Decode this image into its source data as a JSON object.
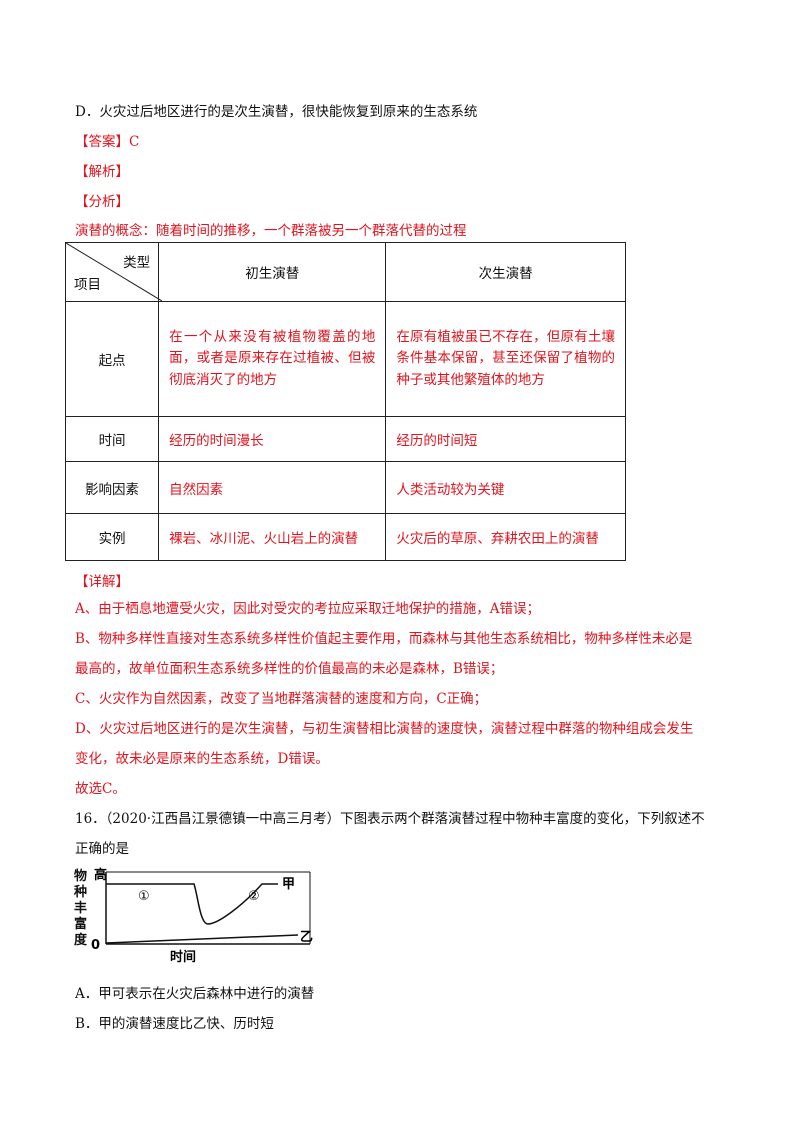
{
  "top_option_d": "D．火灾过后地区进行的是次生演替，很快能恢复到原来的生态系统",
  "answer": {
    "label": "【答案】",
    "value": "C"
  },
  "analysis_label": "【解析】",
  "fenxi_label": "【分析】",
  "concept": "演替的概念：随着时间的推移，一个群落被另一个群落代替的过程",
  "table": {
    "header_type": "类型",
    "header_item": "项目",
    "col1": "初生演替",
    "col2": "次生演替",
    "rows": [
      {
        "label": "起点",
        "c1": "在一个从来没有被植物覆盖的地面，或者是原来存在过植被、但被彻底消灭了的地方",
        "c2": "在原有植被虽已不存在，但原有土壤条件基本保留，甚至还保留了植物的种子或其他繁殖体的地方"
      },
      {
        "label": "时间",
        "c1": "经历的时间漫长",
        "c2": "经历的时间短"
      },
      {
        "label": "影响因素",
        "c1": "自然因素",
        "c2": "人类活动较为关键"
      },
      {
        "label": "实例",
        "c1": "裸岩、冰川泥、火山岩上的演替",
        "c2": "火灾后的草原、弃耕农田上的演替"
      }
    ]
  },
  "detail_label": "【详解】",
  "detail": {
    "a": "A、由于栖息地遭受火灾，因此对受灾的考拉应采取迁地保护的措施，A错误；",
    "b1": "B、物种多样性直接对生态系统多样性价值起主要作用，而森林与其他生态系统相比，物种多样性未必是",
    "b2": "最高的，故单位面积生态系统多样性的价值最高的未必是森林，B错误；",
    "c": "C、火灾作为自然因素，改变了当地群落演替的速度和方向，C正确；",
    "d1": "D、火灾过后地区进行的是次生演替，与初生演替相比演替的速度快，演替过程中群落的物种组成会发生",
    "d2": "变化，故未必是原来的生态系统，D错误。"
  },
  "choose": "故选C。",
  "q16": {
    "line1": "16．（2020·江西昌江景德镇一中高三月考）下图表示两个群落演替过程中物种丰富度的变化，下列叙述不",
    "line2": "正确的是"
  },
  "figure": {
    "ylabel_chars": [
      "物",
      "种",
      "丰",
      "富",
      "度"
    ],
    "high": "高",
    "zero": "0",
    "xlabel": "时间",
    "mark1": "①",
    "mark2": "②",
    "series_jia": "甲",
    "series_yi": "乙"
  },
  "options": {
    "a": "A．甲可表示在火灾后森林中进行的演替",
    "b": "B．甲的演替速度比乙快、历时短"
  }
}
